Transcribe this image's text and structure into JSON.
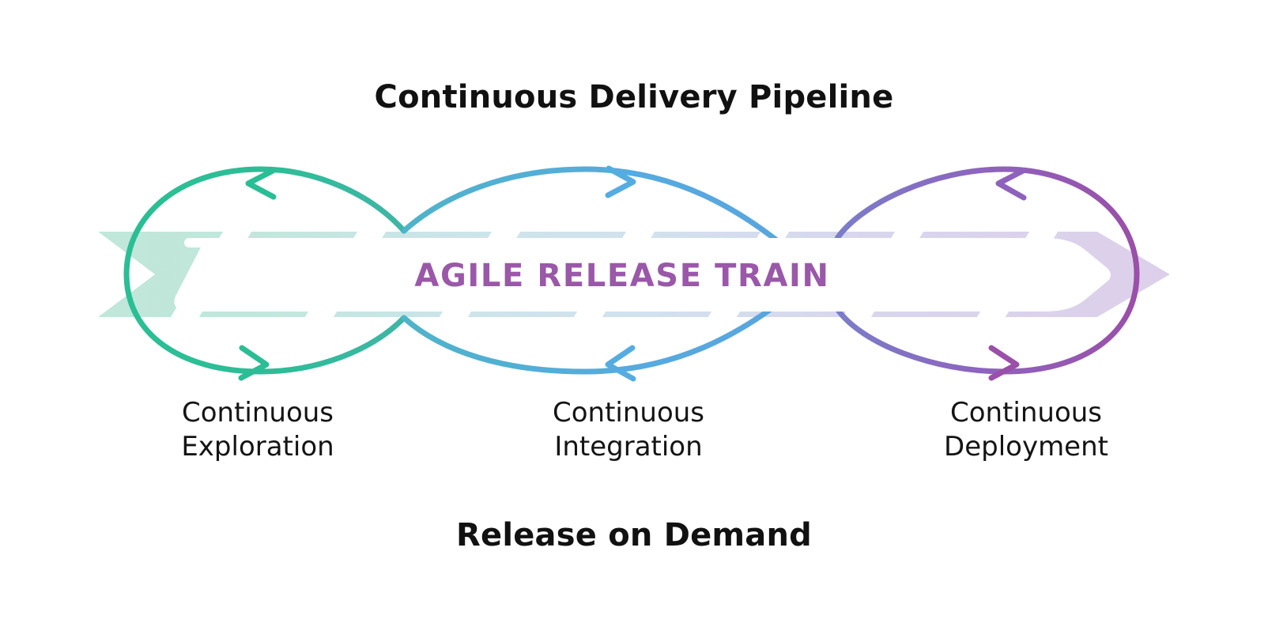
{
  "diagram": {
    "top_title": "Continuous Delivery Pipeline",
    "bottom_title": "Release on Demand",
    "banner_label": "AGILE RELEASE TRAIN",
    "stages": [
      {
        "id": "continuous-exploration",
        "line1": "Continuous",
        "line2": "Exploration",
        "color": "#2bbd95",
        "band_color": "#bfe7da",
        "top_arrow_direction": "left",
        "bottom_arrow_direction": "right",
        "rotation": "counter-clockwise"
      },
      {
        "id": "continuous-integration",
        "line1": "Continuous",
        "line2": "Integration",
        "color": "#55ace0",
        "band_color": "#cde2ee",
        "top_arrow_direction": "right",
        "bottom_arrow_direction": "left",
        "rotation": "clockwise"
      },
      {
        "id": "continuous-deployment",
        "line1": "Continuous",
        "line2": "Deployment",
        "color": "#8e62bb",
        "band_color": "#d9cfe8",
        "top_arrow_direction": "left",
        "bottom_arrow_direction": "right",
        "rotation": "counter-clockwise"
      }
    ],
    "colors": {
      "title": "#111111",
      "banner_label": "#9a58a8",
      "band_start": "#bfe7da",
      "band_mid": "#cfe3ef",
      "band_end": "#ddd0ea",
      "loop_green": "#2bbd95",
      "loop_blue": "#55ace0",
      "loop_purple": "#8e62bb",
      "background": "#ffffff"
    }
  }
}
